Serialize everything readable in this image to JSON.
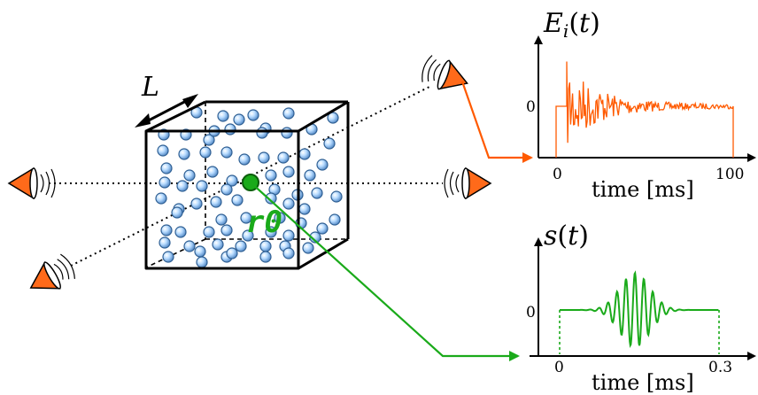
{
  "labels": {
    "cube_side": "L",
    "source_point": "r0",
    "top_plot_title": "E_i(t)",
    "top_plot_xlabel": "time [ms]",
    "top_plot_x_start": "0",
    "top_plot_x_end": "100",
    "top_plot_y_zero": "0",
    "bottom_plot_title": "s(t)",
    "bottom_plot_xlabel": "time [ms]",
    "bottom_plot_x_start": "0",
    "bottom_plot_x_end": "0.3",
    "bottom_plot_y_zero": "0"
  },
  "colors": {
    "room_response": "#ff5a00",
    "source_signal": "#1aaa1a",
    "particle_fill": "#a9d0f5",
    "particle_stroke": "#3d6f9e",
    "speaker": "#ff6a1a",
    "axis": "#000000"
  },
  "icons": [
    "speaker-icon",
    "source-point-icon",
    "particle-icon"
  ]
}
